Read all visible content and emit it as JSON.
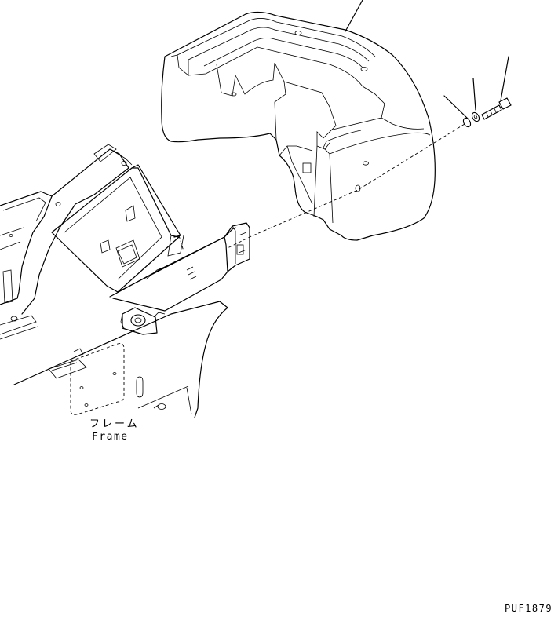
{
  "labels": {
    "frame_jp": "フレーム",
    "frame_en": "Frame",
    "figure_code": "PUF1879"
  },
  "icons": {
    "counterweight": "counterweight-part",
    "bolt": "bolt-icon",
    "washer": "washer-icon",
    "lock_washer": "lock-washer-icon",
    "frame": "rear-frame-part"
  },
  "colors": {
    "line": "#000000",
    "background": "#ffffff"
  }
}
